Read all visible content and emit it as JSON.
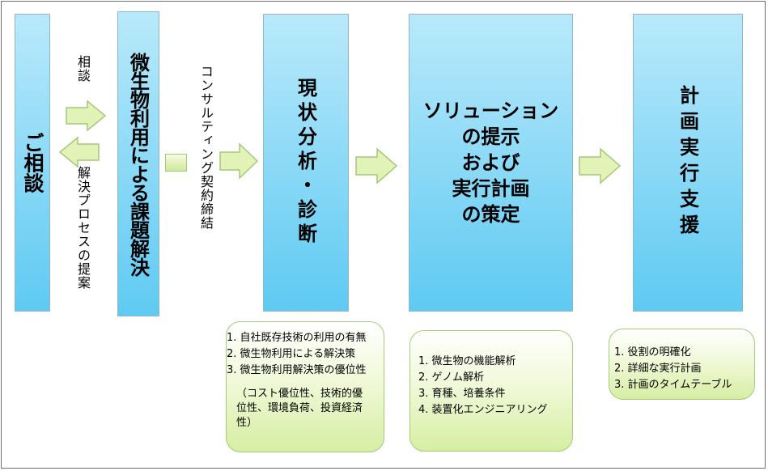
{
  "boxes": {
    "consult": "ご相談",
    "solve": "微生物利用による課題解決",
    "analysis": "現状分析・診断",
    "solution": "ソリューション\nの提示\nおよび\n実行計画\nの策定",
    "support": "計画実行支援"
  },
  "labels": {
    "consult_label": "相談",
    "proposal_label": "解決プロセスの提案",
    "contract_label": "コンサルティング契約締結"
  },
  "notes": {
    "analysis": {
      "items": [
        "1. 自社既存技術の利用の有無",
        "2. 微生物利用による解決策",
        "3. 微生物利用解決策の優位性"
      ],
      "sub": "（コスト優位性、技術的優位性、環境負荷、投資経済性）"
    },
    "solution": {
      "items": [
        "1. 微生物の機能解析",
        "2. ゲノム解析",
        "3. 育種、培養条件",
        "4. 装置化エンジニアリング"
      ]
    },
    "support": {
      "items": [
        "1. 役割の明確化",
        "2. 詳細な実行計画",
        "3. 計画のタイムテーブル"
      ]
    }
  },
  "colors": {
    "box_top": "#b9e9fb",
    "box_bottom": "#5fcaf2",
    "arrow_fill": "#e2f3b8",
    "arrow_stroke": "#a8c87a"
  }
}
